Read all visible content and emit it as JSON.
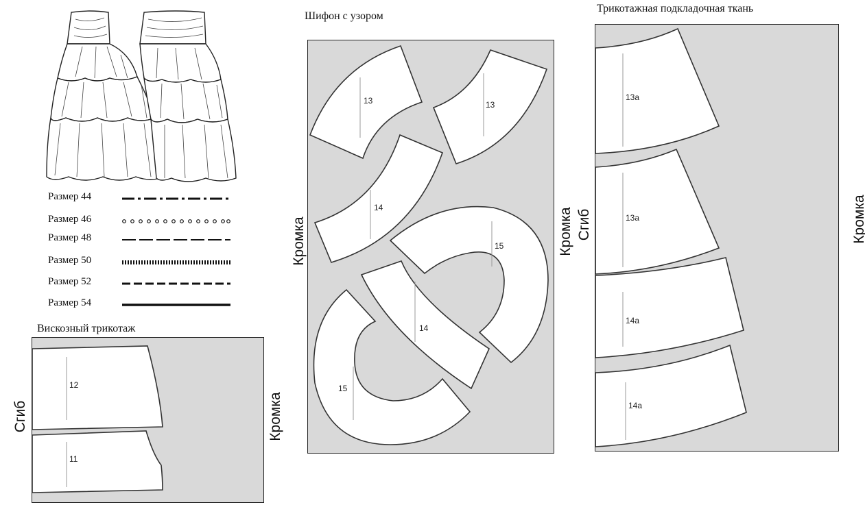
{
  "legend": {
    "items": [
      {
        "label": "Размер 44",
        "style": "dash-dot"
      },
      {
        "label": "Размер 46",
        "style": "circles"
      },
      {
        "label": "Размер 48",
        "style": "long-dash"
      },
      {
        "label": "Размер 50",
        "style": "hatched"
      },
      {
        "label": "Размер 52",
        "style": "dash"
      },
      {
        "label": "Размер 54",
        "style": "solid"
      }
    ]
  },
  "panels": {
    "viscose": {
      "title": "Вискозный трикотаж",
      "fold_label": "Сгиб",
      "edge_label": "Кромка",
      "pieces": [
        "12",
        "11"
      ]
    },
    "chiffon": {
      "title": "Шифон с узором",
      "left_edge_label": "Кромка",
      "right_edge_label": "Кромка",
      "pieces": [
        "13",
        "13",
        "14",
        "15",
        "14",
        "15"
      ]
    },
    "lining": {
      "title": "Трикотажная подкладочная ткань",
      "fold_label": "Сгиб",
      "edge_label": "Кромка",
      "pieces": [
        "13а",
        "13а",
        "14а",
        "14а"
      ]
    }
  },
  "colors": {
    "panel_bg": "#d9d9d9",
    "piece_fill": "#ffffff",
    "outline": "#333333"
  }
}
